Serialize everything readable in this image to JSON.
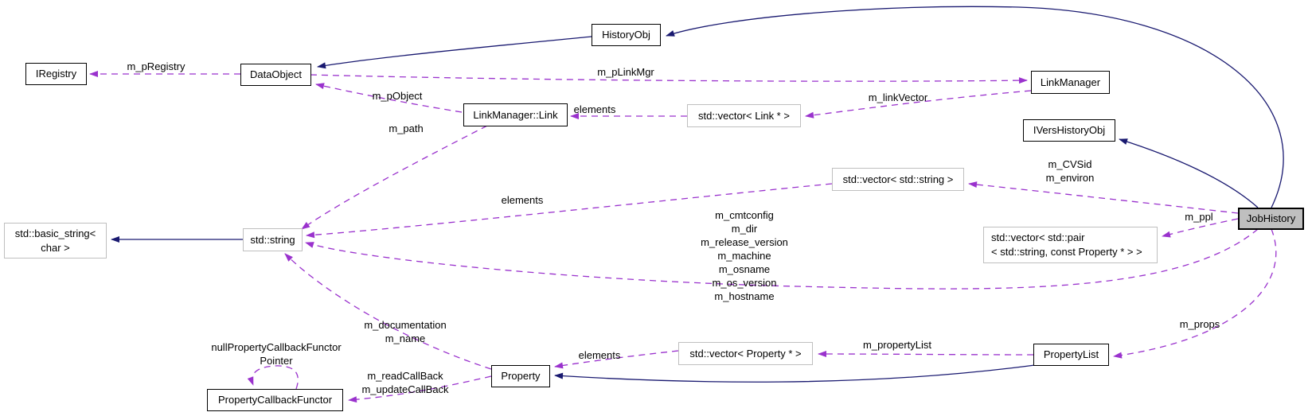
{
  "diagram": {
    "type": "uml-collaboration-graph",
    "focus_class": "JobHistory",
    "colors": {
      "inheritance_edge": "#191970",
      "usage_edge": "#9a32cd",
      "class_border": "#000000",
      "template_border": "#bfbfbf",
      "focus_fill": "#bfbfbf",
      "node_fill": "#ffffff",
      "text": "#000000"
    },
    "nodes": {
      "iregistry": {
        "label": "IRegistry"
      },
      "dataobject": {
        "label": "DataObject"
      },
      "historyobj": {
        "label": "HistoryObj"
      },
      "linkmanager_link": {
        "label": "LinkManager::Link"
      },
      "vector_link": {
        "label": "std::vector< Link * >"
      },
      "linkmanager": {
        "label": "LinkManager"
      },
      "ivershistoryobj": {
        "label": "IVersHistoryObj"
      },
      "vector_string": {
        "label": "std::vector< std::string >"
      },
      "basic_string": {
        "label": "std::basic_string<\nchar >"
      },
      "string": {
        "label": "std::string"
      },
      "vector_pair": {
        "label": "std::vector< std::pair\n< std::string, const Property * > >"
      },
      "jobhistory": {
        "label": "JobHistory"
      },
      "vector_property": {
        "label": "std::vector< Property * >"
      },
      "property": {
        "label": "Property"
      },
      "propertylist": {
        "label": "PropertyList"
      },
      "callbackfunctor": {
        "label": "PropertyCallbackFunctor"
      }
    },
    "edge_labels": {
      "m_pRegistry": "m_pRegistry",
      "m_pLinkMgr": "m_pLinkMgr",
      "m_pObject": "m_pObject",
      "elements_link": "elements",
      "m_linkVector": "m_linkVector",
      "m_path": "m_path",
      "m_CVSid_environ": "m_CVSid\nm_environ",
      "elements_string": "elements",
      "jobhistory_string_members": "m_cmtconfig\nm_dir\nm_release_version\nm_machine\nm_osname\nm_os_version\nm_hostname",
      "m_ppl": "m_ppl",
      "m_props": "m_props",
      "m_documentation_name": "m_documentation\nm_name",
      "nullPropertyCallbackFunctorPointer": "nullPropertyCallbackFunctor\nPointer",
      "m_readCallBack_updateCallBack": "m_readCallBack\nm_updateCallBack",
      "elements_property": "elements",
      "m_propertyList": "m_propertyList"
    }
  }
}
